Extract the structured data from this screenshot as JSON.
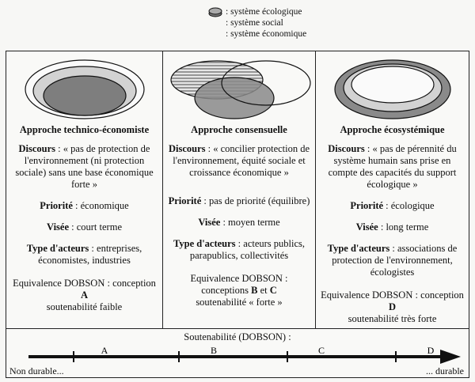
{
  "legend": [
    {
      "label": ": système écologique",
      "icon": "ecological-system-swatch-icon"
    },
    {
      "label": ": système social",
      "icon": "none"
    },
    {
      "label": ": système économique",
      "icon": "none"
    }
  ],
  "columns": [
    {
      "title": "Approche technico-économiste",
      "discours_label": "Discours",
      "discours_text": " : « pas de protection de l'environnement (ni protection sociale) sans une base économique forte »",
      "priorite_label": "Priorité",
      "priorite_text": " : économique",
      "visee_label": "Visée",
      "visee_text": " : court terme",
      "acteurs_label": "Type d'acteurs",
      "acteurs_text": " : entreprises, économistes, industries",
      "dobson_line1": "Equivalence DOBSON : conception",
      "dobson_letters": [
        "A"
      ],
      "dobson_joiner": "",
      "dobson_sust": "soutenabilité faible",
      "illustration": "nested-ellipses-economic-icon"
    },
    {
      "title": "Approche consensuelle",
      "discours_label": "Discours",
      "discours_text": " : « concilier protection de l'environnement, équité sociale et croissance économique »",
      "priorite_label": "Priorité",
      "priorite_text": " : pas de priorité (équilibre)",
      "visee_label": "Visée",
      "visee_text": " : moyen terme",
      "acteurs_label": "Type d'acteurs",
      "acteurs_text": " : acteurs publics, parapublics, collectivités",
      "dobson_line1": "Equivalence DOBSON :",
      "dobson_prefix": "conceptions ",
      "dobson_letters": [
        "B",
        "C"
      ],
      "dobson_joiner": " et ",
      "dobson_sust": "soutenabilité « forte »",
      "illustration": "overlapping-circles-venn-icon"
    },
    {
      "title": "Approche écosystémique",
      "discours_label": "Discours",
      "discours_text": " : « pas de pérennité du système humain sans prise en compte des capacités du support écologique »",
      "priorite_label": "Priorité",
      "priorite_text": " : écologique",
      "visee_label": "Visée",
      "visee_text": " : long terme",
      "acteurs_label": "Type d'acteurs",
      "acteurs_text": " : associations de protection de l'environnement, écologistes",
      "dobson_line1": "Equivalence DOBSON : conception",
      "dobson_letters": [
        "D"
      ],
      "dobson_joiner": "",
      "dobson_sust": "soutenabilité très forte",
      "illustration": "nested-ellipses-ecological-icon"
    }
  ],
  "scale": {
    "title": "Soutenabilité (DOBSON) :",
    "left_label": "Non durable...",
    "right_label": "... durable",
    "marks": [
      "A",
      "B",
      "C",
      "D"
    ]
  },
  "colors": {
    "ecological": "#8a8a8a",
    "social": "#ffffff",
    "economic_light": "#cfcfcf",
    "economic_dark": "#7a7a7a",
    "border": "#222222"
  }
}
